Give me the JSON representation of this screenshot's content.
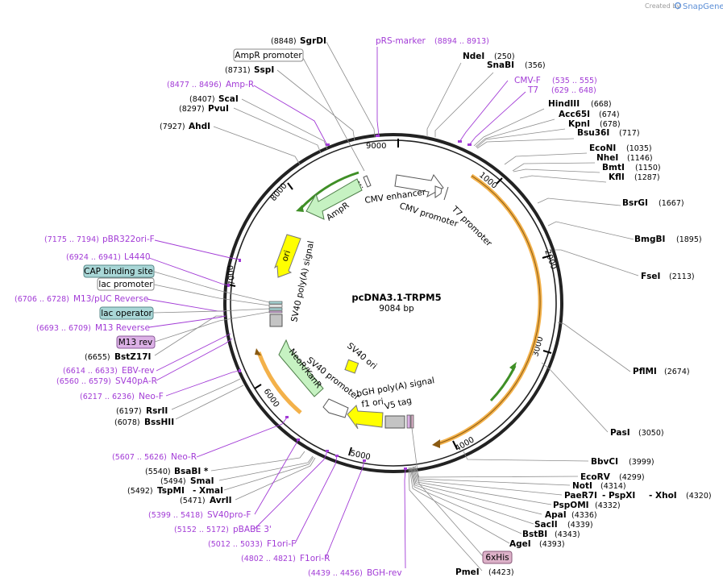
{
  "credit": {
    "prefix": "Created by",
    "brand": "SnapGene"
  },
  "plasmid": {
    "name": "pcDNA3.1-TRPM5",
    "size": "9084 bp"
  },
  "ticks": [
    "1000",
    "2000",
    "3000",
    "4000",
    "5000",
    "6000",
    "7000",
    "8000",
    "9000"
  ],
  "enzymes_right": [
    {
      "name": "NdeI",
      "pos": "(250)"
    },
    {
      "name": "SnaBI",
      "pos": "(356)"
    },
    {
      "name": "HindIII",
      "pos": "(668)"
    },
    {
      "name": "Acc65I",
      "pos": "(674)"
    },
    {
      "name": "KpnI",
      "pos": "(678)"
    },
    {
      "name": "Bsu36I",
      "pos": "(717)"
    },
    {
      "name": "EcoNI",
      "pos": "(1035)"
    },
    {
      "name": "NheI",
      "pos": "(1146)"
    },
    {
      "name": "BmtI",
      "pos": "(1150)"
    },
    {
      "name": "KflI",
      "pos": "(1287)"
    },
    {
      "name": "BsrGI",
      "pos": "(1667)"
    },
    {
      "name": "BmgBI",
      "pos": "(1895)"
    },
    {
      "name": "FseI",
      "pos": "(2113)"
    },
    {
      "name": "PflMI",
      "pos": "(2674)"
    },
    {
      "name": "PasI",
      "pos": "(3050)"
    },
    {
      "name": "BbvCI",
      "pos": "(3999)"
    },
    {
      "name": "EcoRV",
      "pos": "(4299)"
    },
    {
      "name": "NotI",
      "pos": "(4314)"
    },
    {
      "name": "PaeR7I",
      "pos": ""
    },
    {
      "name": "- PspXI",
      "pos": ""
    },
    {
      "name": "- XhoI",
      "pos": "(4320)"
    },
    {
      "name": "PspOMI",
      "pos": "(4332)"
    },
    {
      "name": "ApaI",
      "pos": "(4336)"
    },
    {
      "name": "SacII",
      "pos": "(4339)"
    },
    {
      "name": "BstBI",
      "pos": "(4343)"
    },
    {
      "name": "AgeI",
      "pos": "(4393)"
    },
    {
      "name": "PmeI",
      "pos": "(4423)"
    }
  ],
  "enzymes_left": [
    {
      "name": "SgrDI",
      "pos": "(8848)"
    },
    {
      "name": "SspI",
      "pos": "(8731)"
    },
    {
      "name": "ScaI",
      "pos": "(8407)"
    },
    {
      "name": "PvuI",
      "pos": "(8297)"
    },
    {
      "name": "AhdI",
      "pos": "(7927)"
    },
    {
      "name": "BstZ17I",
      "pos": "(6655)"
    },
    {
      "name": "RsrII",
      "pos": "(6197)"
    },
    {
      "name": "BssHII",
      "pos": "(6078)"
    },
    {
      "name": "BsaBI *",
      "pos": "(5540)"
    },
    {
      "name": "SmaI",
      "pos": "(5494)"
    },
    {
      "name": "TspMI",
      "pos": "(5492)"
    },
    {
      "name": "- XmaI",
      "pos": ""
    },
    {
      "name": "AvrII",
      "pos": "(5471)"
    }
  ],
  "primers": [
    {
      "name": "pRS-marker",
      "pos": "(8894 .. 8913)"
    },
    {
      "name": "CMV-F",
      "pos": "(535 .. 555)"
    },
    {
      "name": "T7",
      "pos": "(629 .. 648)"
    },
    {
      "name": "Amp-R",
      "pos": "(8477 .. 8496)"
    },
    {
      "name": "pBR322ori-F",
      "pos": "(7175 .. 7194)"
    },
    {
      "name": "L4440",
      "pos": "(6924 .. 6941)"
    },
    {
      "name": "M13/pUC Reverse",
      "pos": "(6706 .. 6728)"
    },
    {
      "name": "M13 Reverse",
      "pos": "(6693 .. 6709)"
    },
    {
      "name": "EBV-rev",
      "pos": "(6614 .. 6633)"
    },
    {
      "name": "SV40pA-R",
      "pos": "(6560 .. 6579)"
    },
    {
      "name": "Neo-F",
      "pos": "(6217 .. 6236)"
    },
    {
      "name": "Neo-R",
      "pos": "(5607 .. 5626)"
    },
    {
      "name": "SV40pro-F",
      "pos": "(5399 .. 5418)"
    },
    {
      "name": "pBABE 3'",
      "pos": "(5152 .. 5172)"
    },
    {
      "name": "F1ori-F",
      "pos": "(5012 .. 5033)"
    },
    {
      "name": "F1ori-R",
      "pos": "(4802 .. 4821)"
    },
    {
      "name": "BGH-rev",
      "pos": "(4439 .. 4456)"
    }
  ],
  "boxed_labels": {
    "ampr_promoter": "AmpR promoter",
    "cap_binding": "CAP binding site",
    "lac_promoter": "lac promoter",
    "lac_operator": "lac operator",
    "m13_rev": "M13 rev",
    "his6": "6xHis"
  },
  "features": {
    "cmv_enhancer": "CMV enhancer",
    "cmv_promoter": "CMV promoter",
    "t7_promoter": "T7 promoter",
    "ampr": "AmpR",
    "ori": "ori",
    "sv40_polya": "SV40 poly(A) signal",
    "sv40_ori": "SV40 ori",
    "neor": "NeoR/KanR",
    "sv40_promoter": "SV40 promoter",
    "bgh_polya": "bGH poly(A) signal",
    "f1_ori": "f1 ori",
    "v5_tag": "V5 tag"
  },
  "colors": {
    "backbone": "#222222",
    "primer": "#a23bd6",
    "ampr": "#c6f2c2",
    "ori": "#ffff00",
    "cds_orange": "#f3b14a",
    "green_arrow": "#3f8f26",
    "cap_fill": "#a9d7d7",
    "m13_fill": "#dcb1e6",
    "his_fill": "#dcb1c8",
    "brand": "#5b8ed6"
  }
}
